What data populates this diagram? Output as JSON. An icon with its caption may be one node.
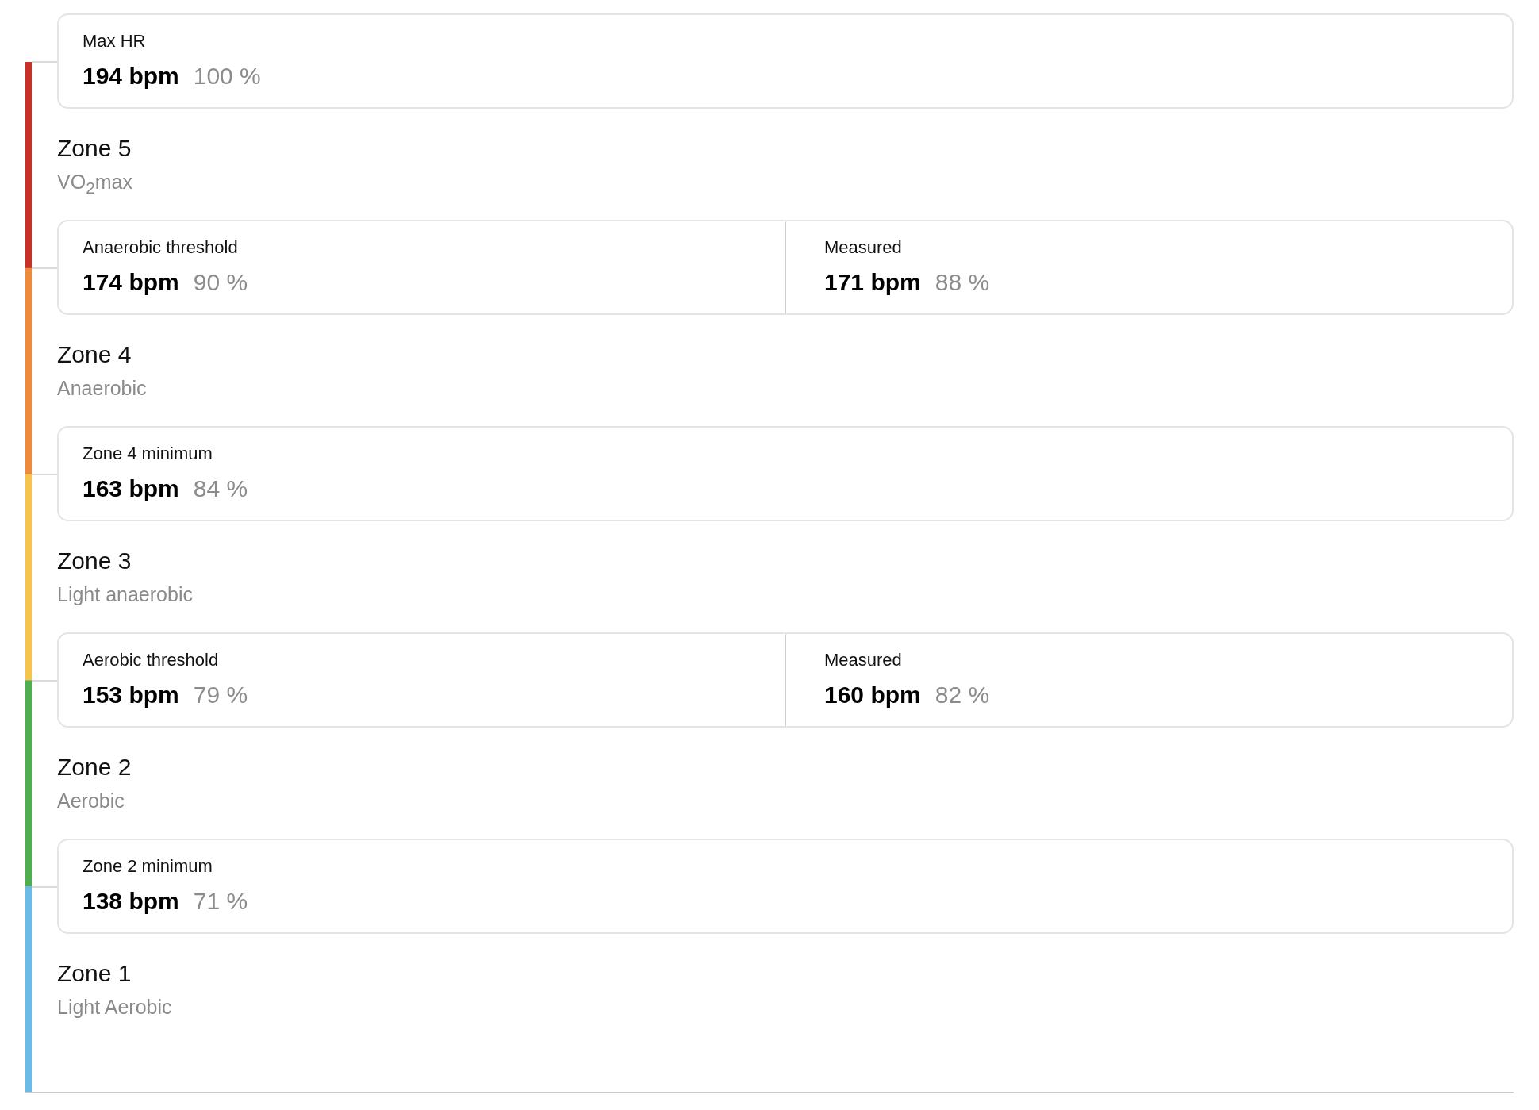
{
  "diagram": {
    "nodes": [
      {
        "text": [
          "Max HR",
          "194 bpm",
          "100 %"
        ]
      },
      {
        "text": [
          "Anaerobic threshold",
          "174 bpm",
          "90 %",
          "Measured",
          "171 bpm",
          "88 %"
        ]
      },
      {
        "text": [
          "Zone 4 minimum",
          "163 bpm",
          "84 %"
        ]
      },
      {
        "text": [
          "Aerobic threshold",
          "153 bpm",
          "79 %",
          "Measured",
          "160 bpm",
          "82 %"
        ]
      },
      {
        "text": [
          "Zone 2 minimum",
          "138 bpm",
          "71 %"
        ]
      }
    ],
    "edges": [
      {
        "from": null,
        "to": 0,
        "arrow": "none"
      },
      {
        "from": null,
        "to": 1,
        "arrow": "none"
      },
      {
        "from": null,
        "to": 2,
        "arrow": "none"
      },
      {
        "from": null,
        "to": 3,
        "arrow": "none"
      },
      {
        "from": null,
        "to": 4,
        "arrow": "none"
      }
    ],
    "labels": [
      "Zone 5",
      "VO$_{2}$max",
      "Zone 4",
      "Anaerobic",
      "Zone 3",
      "Light anaerobic",
      "Zone 2",
      "Aerobic",
      "Zone 1",
      "Light Aerobic"
    ]
  }
}
